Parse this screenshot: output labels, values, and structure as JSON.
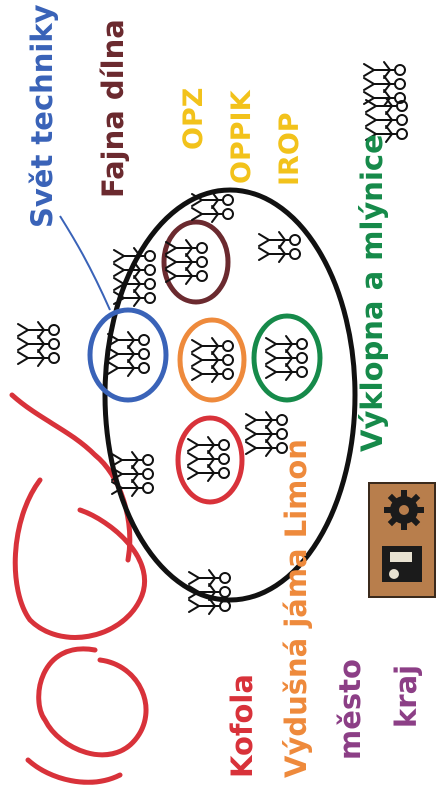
{
  "labels": {
    "svet_techniky": "Svět techniky",
    "fajna_dilna": "Fajna dílna",
    "opz": "OPZ",
    "oppik": "OPPIK",
    "irop": "IROP",
    "vyklopna": "Výklopna a mlýnice",
    "vydusna": "Výdušná jáma Limon",
    "kofola": "Kofola",
    "mesto": "město",
    "kraj": "kraj"
  },
  "colors": {
    "blue": "#3a63b8",
    "maroon": "#6b2a2f",
    "yellow": "#f2c21b",
    "green": "#168a4a",
    "orange": "#ee8a3c",
    "red": "#d8323a",
    "purple": "#8c3f86",
    "black": "#111111",
    "logo_bg": "#b87e4c"
  },
  "icons": [
    "stick-figure-icon",
    "gear-icon",
    "logo-tile-icon"
  ]
}
